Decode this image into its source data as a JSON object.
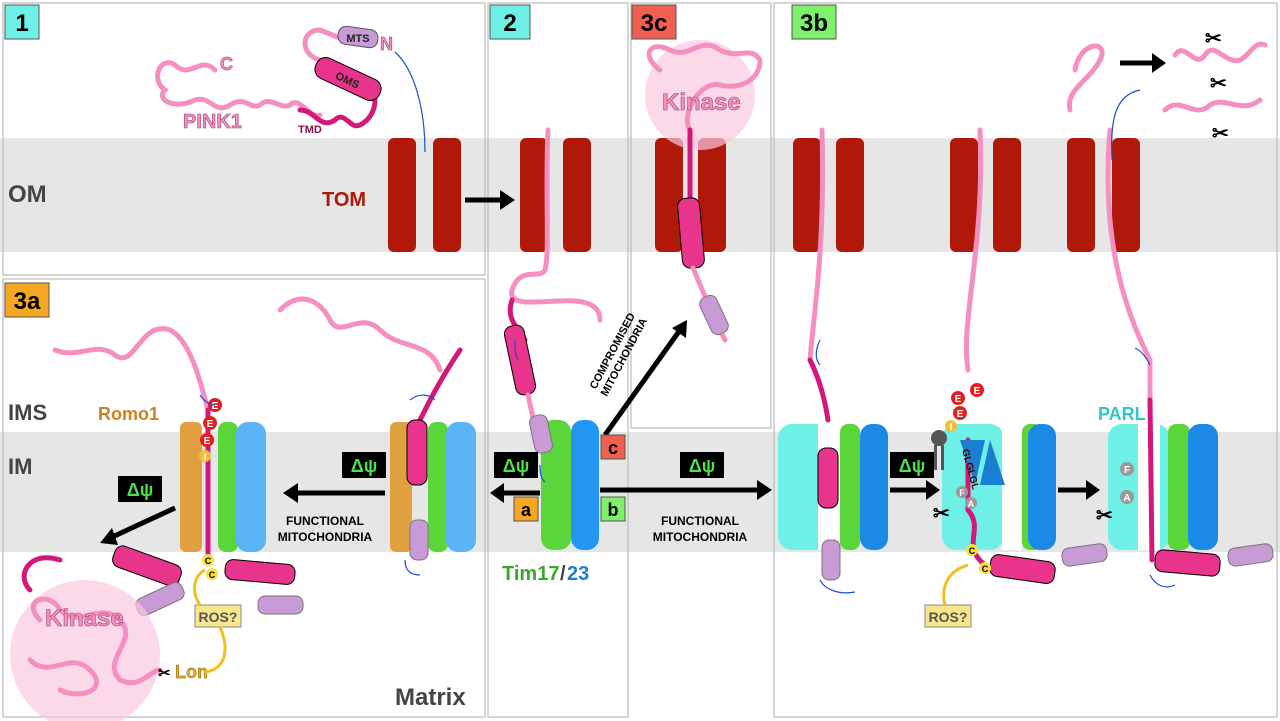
{
  "panels": {
    "p1": "1",
    "p2": "2",
    "p3c": "3c",
    "p3b": "3b",
    "p3a": "3a"
  },
  "colors": {
    "p1": "#6ff0e6",
    "p2": "#6ff0e6",
    "p3c": "#f06050",
    "p3b": "#7ef06a",
    "p3a": "#f5a623",
    "pink": "#f48fc0",
    "magenta": "#d4187a",
    "tom": "#b0180a",
    "tim17": "#5bd63a",
    "tim23": "#2196f3",
    "parl": "#6ff0e6",
    "romo1": "#e0a040"
  },
  "regions": {
    "om": "OM",
    "ims": "IMS",
    "im": "IM",
    "matrix": "Matrix"
  },
  "pink1": {
    "name": "PINK1",
    "c": "C",
    "n": "N",
    "mts": "MTS",
    "oms": "OMS",
    "tmd": "TMD"
  },
  "labels": {
    "tom": "TOM",
    "romo1": "Romo1",
    "parl": "PARL",
    "tim17": "Tim17",
    "slash": "/",
    "tim23": "23",
    "kinase": "Kinase",
    "lon": "Lon",
    "ros": "ROS?",
    "dpsi": "Δψ",
    "functional1": "FUNCTIONAL",
    "functional2": "MITOCHONDRIA",
    "compromised1": "COMPROMISED",
    "compromised2": "MITOCHONDRIA",
    "a": "a",
    "b": "b",
    "c": "c",
    "residue_e": "E",
    "residue_i": "I",
    "residue_f": "F",
    "residue_a": "A",
    "residue_c": "C",
    "glgl": "GLGLGL"
  }
}
